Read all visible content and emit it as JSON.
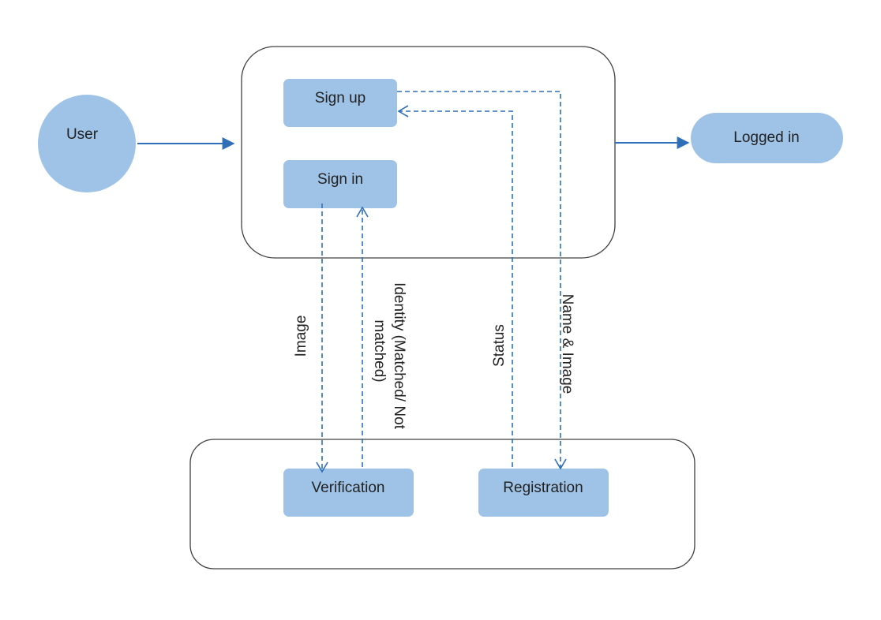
{
  "colors": {
    "node_fill": "#9fc3e7",
    "edge": "#2f6fb8",
    "container_stroke": "#404040"
  },
  "nodes": {
    "user": "User",
    "sign_up": "Sign up",
    "sign_in": "Sign in",
    "logged_in": "Logged in",
    "verification": "Verification",
    "registration": "Registration"
  },
  "edges": {
    "image": "Image",
    "identity_line1": "Identity (Matched/ Not",
    "identity_line2": "matched)",
    "status": "Status",
    "name_image": "Name & Image"
  }
}
